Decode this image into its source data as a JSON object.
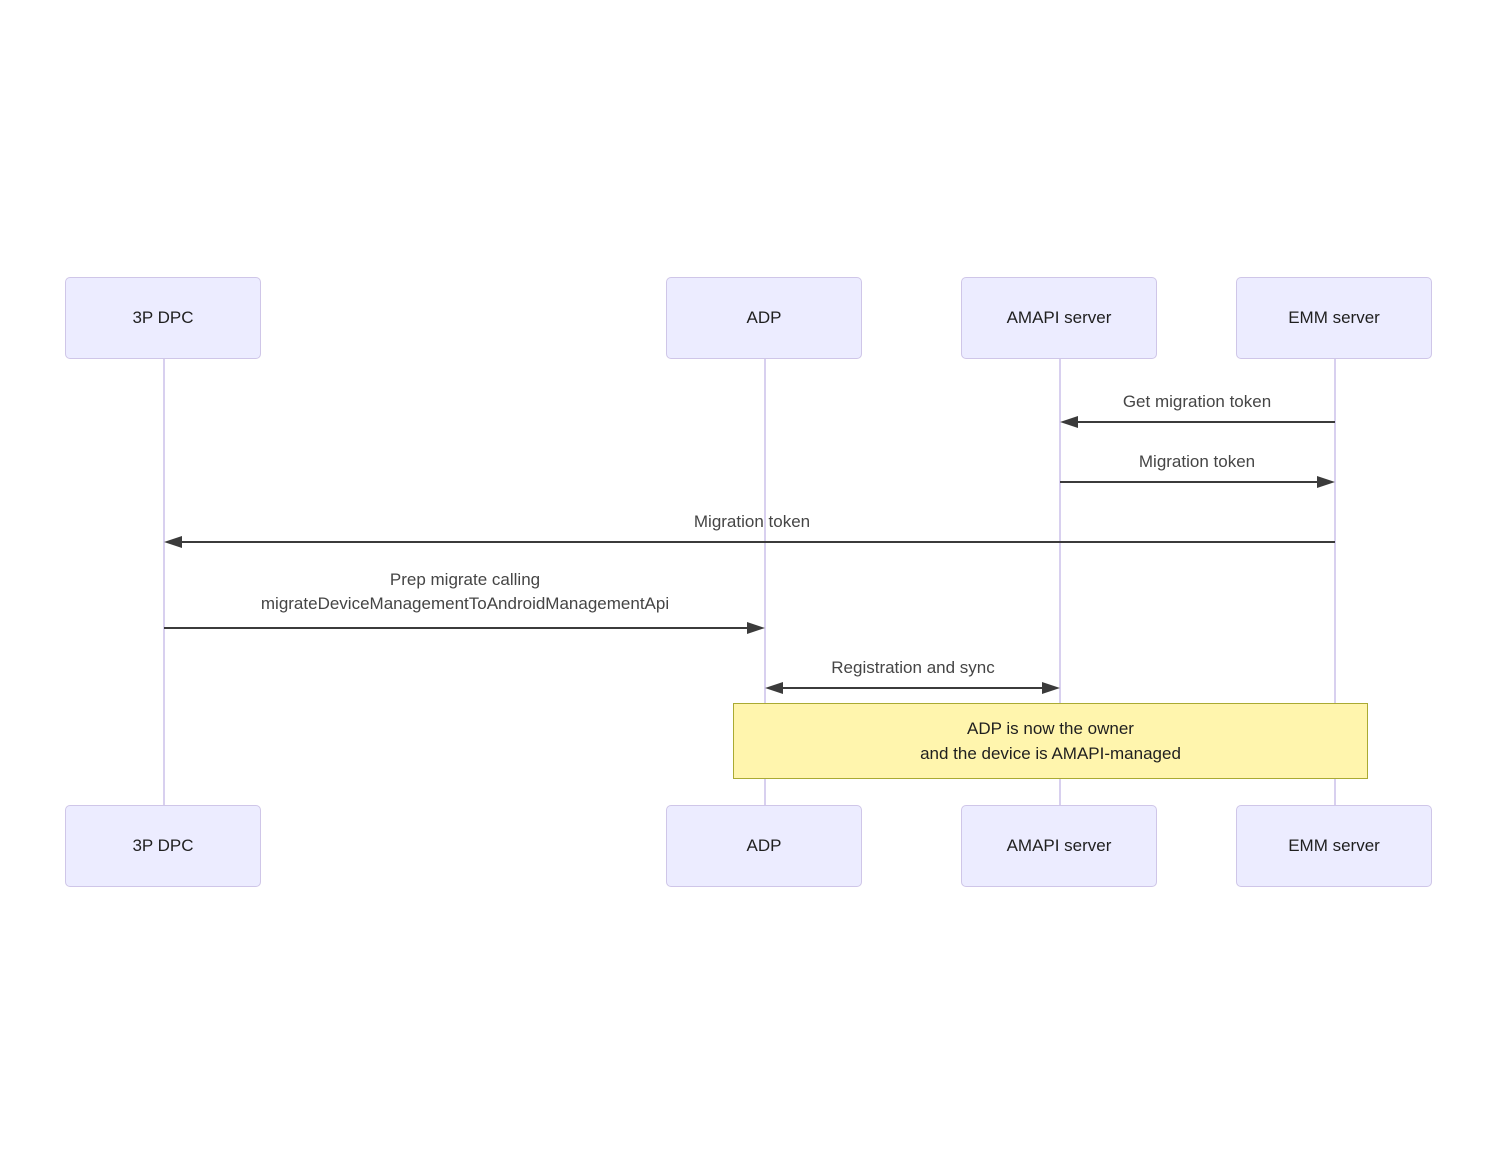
{
  "diagram": {
    "type": "sequence-diagram",
    "actors": [
      {
        "id": "3p-dpc",
        "label": "3P DPC"
      },
      {
        "id": "adp",
        "label": "ADP"
      },
      {
        "id": "amapi-server",
        "label": "AMAPI server"
      },
      {
        "id": "emm-server",
        "label": "EMM server"
      }
    ],
    "messages": [
      {
        "from": "EMM server",
        "to": "AMAPI server",
        "label": "Get migration token",
        "arrow": "solid",
        "direction": "left"
      },
      {
        "from": "AMAPI server",
        "to": "EMM server",
        "label": "Migration token",
        "arrow": "solid",
        "direction": "right"
      },
      {
        "from": "EMM server",
        "to": "3P DPC",
        "label": "Migration token",
        "arrow": "solid",
        "direction": "left"
      },
      {
        "from": "3P DPC",
        "to": "ADP",
        "lines": [
          "Prep migrate calling",
          "migrateDeviceManagementToAndroidManagementApi"
        ],
        "arrow": "solid",
        "direction": "right"
      },
      {
        "from": "ADP",
        "to": "AMAPI server",
        "label": "Registration and sync",
        "arrow": "solid",
        "direction": "both"
      }
    ],
    "note": {
      "span": [
        "ADP",
        "EMM server"
      ],
      "lines": [
        "ADP is now the owner",
        "and the device is AMAPI-managed"
      ]
    },
    "colors": {
      "background": "#FFFFFF",
      "actor_fill": "#ECECFF",
      "actor_border": "#CFC6E8",
      "lifeline": "#D8D0EF",
      "arrow": "#3B3B3B",
      "message_text": "#454545",
      "actor_text": "#1F1F1F",
      "note_fill": "#FFF5AD",
      "note_border": "#AAAA33"
    }
  }
}
